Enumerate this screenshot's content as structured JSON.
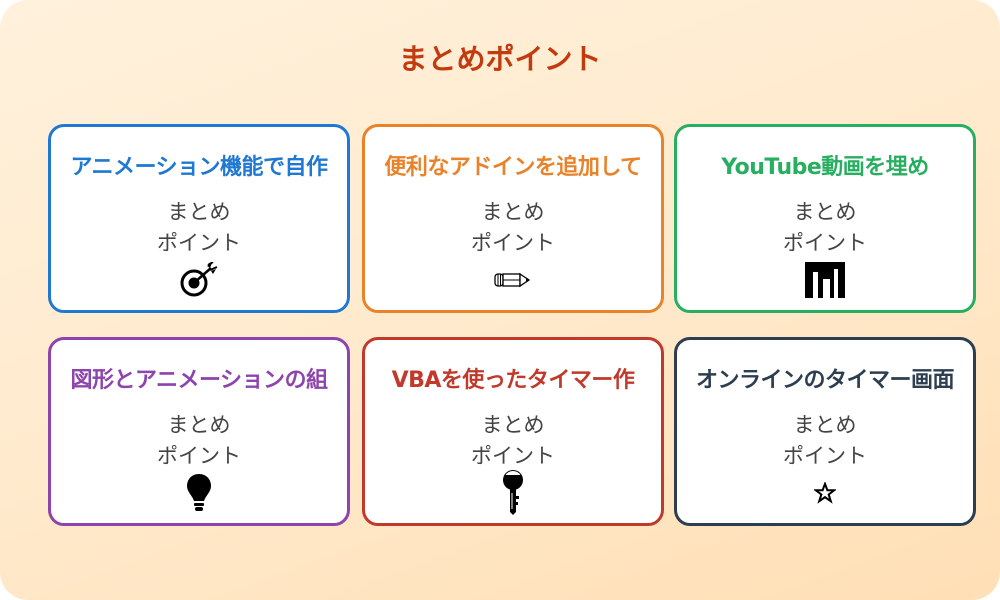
{
  "title": "まとめポイント",
  "colors": {
    "title": "#c23b0e",
    "background_start": "#fff1dc",
    "background_end": "#ffdfb5"
  },
  "cards": [
    {
      "title": "アニメーション機能で自作",
      "subtitle_line1": "まとめ",
      "subtitle_line2": "ポイント",
      "icon": "target-icon",
      "color": "#1f78d1"
    },
    {
      "title": "便利なアドインを追加して",
      "subtitle_line1": "まとめ",
      "subtitle_line2": "ポイント",
      "icon": "pencil-icon",
      "color": "#e8832a"
    },
    {
      "title": "YouTube動画を埋め",
      "subtitle_line1": "まとめ",
      "subtitle_line2": "ポイント",
      "icon": "bar-chart-icon",
      "color": "#27ae60"
    },
    {
      "title": "図形とアニメーションの組",
      "subtitle_line1": "まとめ",
      "subtitle_line2": "ポイント",
      "icon": "lightbulb-icon",
      "color": "#8e44ad"
    },
    {
      "title": "VBAを使ったタイマー作",
      "subtitle_line1": "まとめ",
      "subtitle_line2": "ポイント",
      "icon": "key-icon",
      "color": "#c0392b"
    },
    {
      "title": "オンラインのタイマー画面",
      "subtitle_line1": "まとめ",
      "subtitle_line2": "ポイント",
      "icon": "star-icon",
      "color": "#2c3e50"
    }
  ]
}
